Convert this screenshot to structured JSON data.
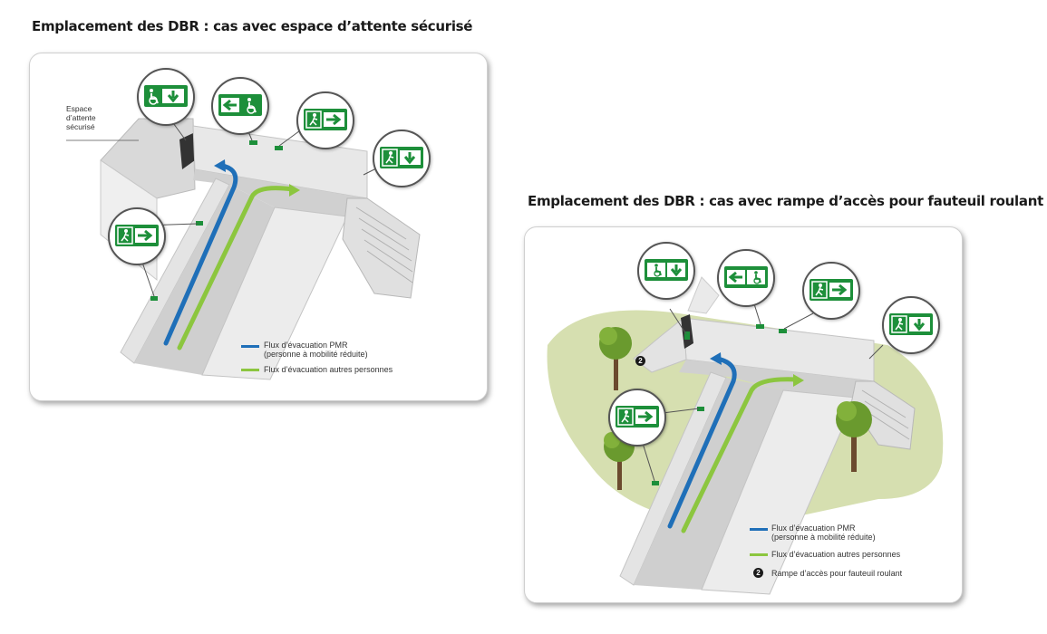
{
  "titles": {
    "waiting_area": "Emplacement des DBR : cas avec espace d’attente sécurisé",
    "ramp": "Emplacement des DBR : cas avec rampe d’accès pour fauteuil roulant"
  },
  "panel1": {
    "area_label_lines": [
      "Espace",
      "d’attente",
      "sécurisé"
    ],
    "legend": {
      "pmr_line1": "Flux d’évacuation PMR",
      "pmr_line2": "(personne à mobilité réduite)",
      "others": "Flux d’évacuation autres personnes"
    }
  },
  "panel2": {
    "ramp_marker": "2",
    "legend": {
      "pmr_line1": "Flux d’évacuation PMR",
      "pmr_line2": "(personne à mobilité réduite)",
      "others": "Flux d’évacuation autres personnes",
      "ramp_badge": "2",
      "ramp": "Rampe d’accès pour fauteuil roulant"
    }
  },
  "colors": {
    "pmr_flow": "#1f6fb8",
    "others_flow": "#8cc63f",
    "sign_green": "#1d8f3a",
    "grass": "#d6dfb0",
    "wall": "#e6e6e6"
  },
  "sign_icons": [
    "wheelchair-down-sign",
    "left-wheelchair-sign",
    "exit-right-sign",
    "exit-down-sign"
  ]
}
